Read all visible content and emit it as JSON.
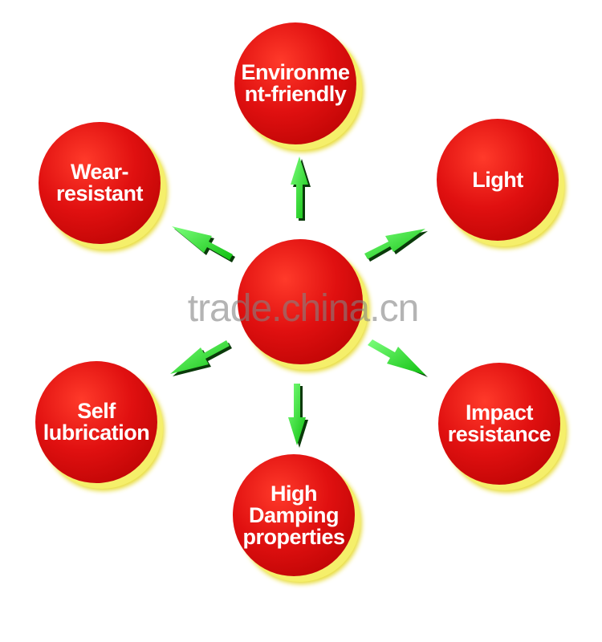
{
  "nodes": {
    "top": "Environme\nnt-friendly",
    "top_left": "Wear-\nresistant",
    "top_right": "Light",
    "bottom_left": "Self\nlubrication",
    "bottom_right": "Impact\nresistance",
    "bottom": "High\nDamping\nproperties",
    "center": ""
  },
  "watermark": "trade.china.cn",
  "colors": {
    "circle": "#e01010",
    "shadow": "#f5ef6a",
    "arrow": "#22dd22",
    "text": "#ffffff"
  }
}
